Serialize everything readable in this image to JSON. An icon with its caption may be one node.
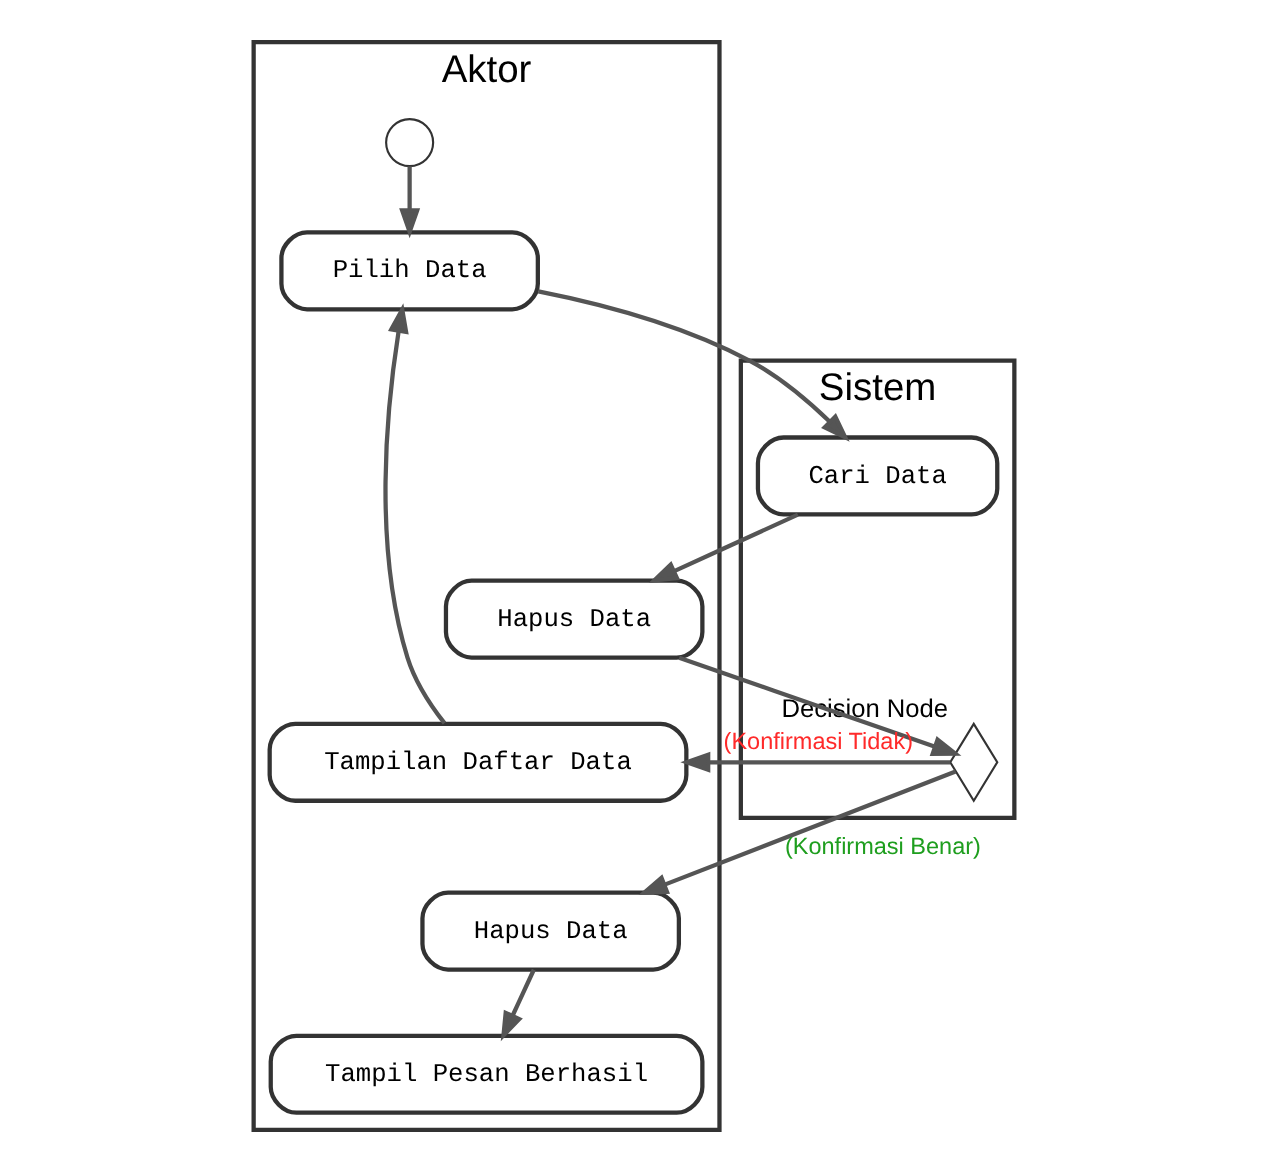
{
  "diagram": {
    "nodes": [
      {
        "text": [
          "Aktor"
        ]
      },
      {
        "text": [
          "Sistem"
        ]
      },
      {
        "text": [],
        "shape": "circle",
        "in": 0
      },
      {
        "text": [
          "Pilih Data"
        ],
        "in": 0
      },
      {
        "text": [
          "Cari Data"
        ],
        "in": 1
      },
      {
        "text": [
          "Hapus Data"
        ],
        "in": 0
      },
      {
        "text": [],
        "shape": "diamond",
        "in": 1,
        "beside": [
          "Decision Node"
        ]
      },
      {
        "text": [
          "Tampilan Daftar Data"
        ],
        "in": 0
      },
      {
        "text": [
          "Hapus Data"
        ],
        "in": 0
      },
      {
        "text": [
          "Tampil Pesan Berhasil"
        ],
        "in": 0
      }
    ],
    "edges": [
      {
        "from": 2,
        "to": 3,
        "arrow": "to"
      },
      {
        "from": 3,
        "to": 4,
        "arrow": "to"
      },
      {
        "from": 4,
        "to": 5,
        "arrow": "to"
      },
      {
        "from": 5,
        "to": 6,
        "arrow": "to"
      },
      {
        "from": 6,
        "to": 7,
        "arrow": "to",
        "label": "(Konfirmasi Tidak)"
      },
      {
        "from": 7,
        "to": 3,
        "arrow": "to"
      },
      {
        "from": 6,
        "to": 8,
        "arrow": "to",
        "label": "(Konfirmasi Benar)"
      },
      {
        "from": 8,
        "to": 9,
        "arrow": "to"
      }
    ]
  }
}
